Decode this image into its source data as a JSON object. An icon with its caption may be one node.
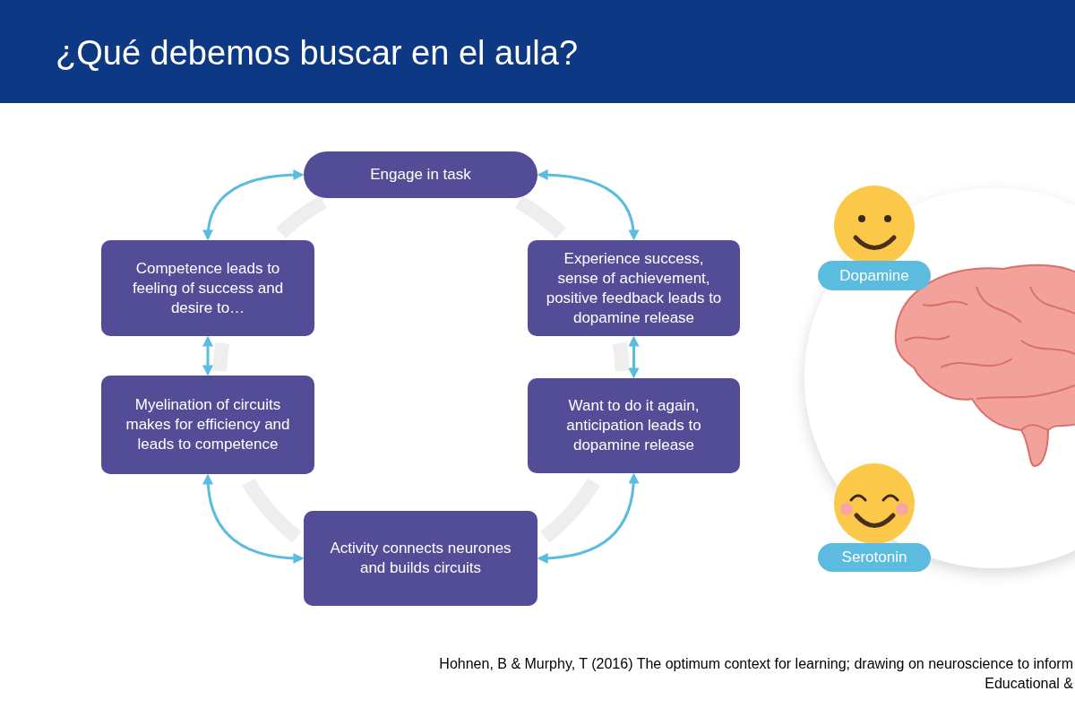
{
  "diagram": {
    "title": "¿Qué debemos buscar en el aula?",
    "nodes": [
      {
        "text": [
          "Engage in task"
        ]
      },
      {
        "text": [
          "Experience success, sense of achievement, positive feedback leads to dopamine release"
        ]
      },
      {
        "text": [
          "Want to do it again, anticipation leads to dopamine release"
        ]
      },
      {
        "text": [
          "Activity connects neurones and builds circuits"
        ]
      },
      {
        "text": [
          "Myelination of circuits makes for efficiency and leads to competence"
        ]
      },
      {
        "text": [
          "Competence leads to feeling of success and desire to…"
        ]
      },
      {
        "text": [
          "Dopamine"
        ]
      },
      {
        "text": [
          "Serotonin"
        ]
      }
    ],
    "edges": [
      {
        "from": 0,
        "to": 1,
        "arrow": "both"
      },
      {
        "from": 1,
        "to": 2,
        "arrow": "both"
      },
      {
        "from": 2,
        "to": 3,
        "arrow": "both"
      },
      {
        "from": 3,
        "to": 4,
        "arrow": "both"
      },
      {
        "from": 4,
        "to": 5,
        "arrow": "both"
      },
      {
        "from": 5,
        "to": 0,
        "arrow": "both"
      }
    ],
    "labels": [
      "Hohnen, B & Murphy, T (2016) The optimum context for learning; drawing on neuroscience to inform",
      "Educational &"
    ]
  }
}
